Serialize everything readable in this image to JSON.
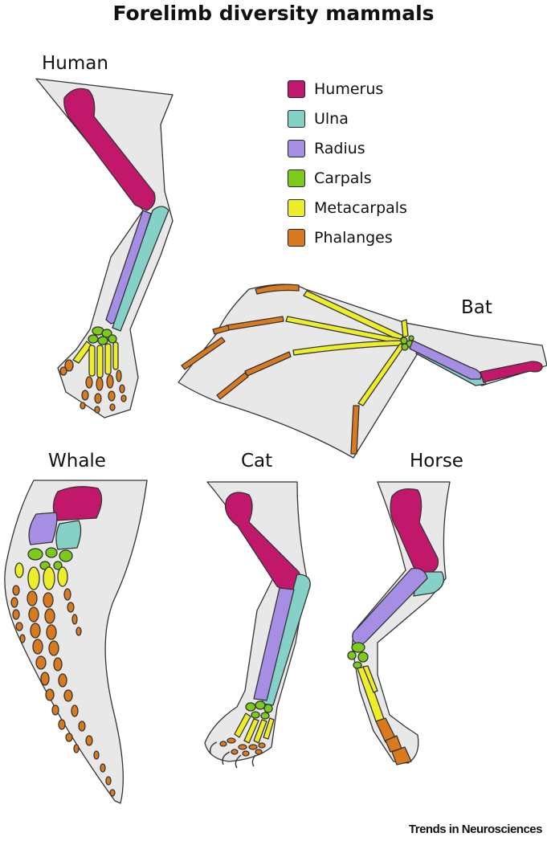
{
  "title": "Forelimb diversity mammals",
  "animals": {
    "human": "Human",
    "bat": "Bat",
    "whale": "Whale",
    "cat": "Cat",
    "horse": "Horse"
  },
  "legend": [
    {
      "label": "Humerus",
      "color": "#c2186b"
    },
    {
      "label": "Ulna",
      "color": "#86d1c7"
    },
    {
      "label": "Radius",
      "color": "#a58ee3"
    },
    {
      "label": "Carpals",
      "color": "#7ccb1b"
    },
    {
      "label": "Metacarpals",
      "color": "#eded2a"
    },
    {
      "label": "Phalanges",
      "color": "#d87a1d"
    }
  ],
  "colors": {
    "limb_fill": "#e8e8e8",
    "outline": "#333333"
  },
  "credit": "Trends in Neurosciences"
}
